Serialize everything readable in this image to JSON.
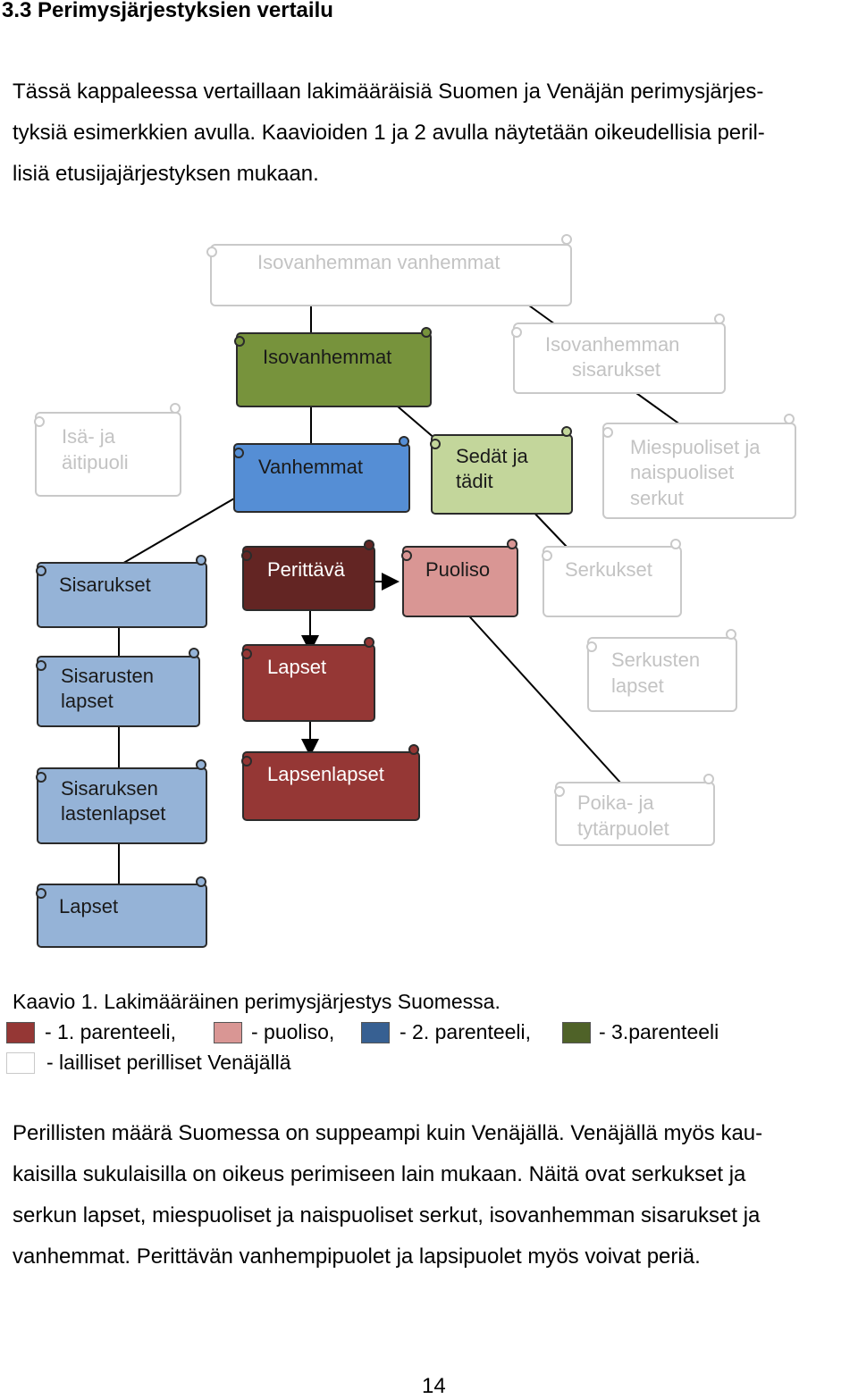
{
  "heading": "3.3 Perimysjärjestyksien vertailu",
  "intro": [
    "Tässä kappaleessa vertaillaan lakimääräisiä Suomen ja Venäjän perimysjärjes-",
    "tyksiä esimerkkien avulla. Kaavioiden 1 ja 2 avulla näytetään oikeudellisia peril-",
    "lisiä etusijajärjestyksen mukaan."
  ],
  "colors": {
    "first_parentela": "#953735",
    "spouse": "#d99694",
    "second_parentela": "#376092",
    "third_parentela": "#4f6228",
    "russia_only": "#ffffff",
    "heir": "#632523",
    "parents": "#558ed5",
    "grandparents": "#77933c",
    "uncles": "#c3d69b",
    "siblings": "#95b3d7"
  },
  "diagram": {
    "nodes": {
      "isovanhemman_vanhemmat": [
        "Isovanhemman vanhemmat"
      ],
      "isovanhemmat": [
        "Isovanhemmat"
      ],
      "isovanhemman_sisarukset": [
        "Isovanhemman",
        "sisarukset"
      ],
      "isa_aitipuoli": [
        "Isä- ja",
        "äitipuoli"
      ],
      "vanhemmat": [
        "Vanhemmat"
      ],
      "sedat_tadit": [
        "Sedät ja",
        "tädit"
      ],
      "serkut": [
        "Miespuoliset ja",
        "naispuoliset",
        "serkut"
      ],
      "sisarukset": [
        "Sisarukset"
      ],
      "perittava": [
        "Perittävä"
      ],
      "puoliso": [
        "Puoliso"
      ],
      "serkukset": [
        "Serkukset"
      ],
      "sisarusten_lapset": [
        "Sisarusten",
        "lapset"
      ],
      "lapset": [
        "Lapset"
      ],
      "serkusten_lapset": [
        "Serkusten",
        "lapset"
      ],
      "sisaruksen_lastenlapset": [
        "Sisaruksen",
        "lastenlapset"
      ],
      "lapsenlapset": [
        "Lapsenlapset"
      ],
      "poika_tytarpuolet": [
        "Poika- ja",
        "tytärpuolet"
      ],
      "sisarus_lapset_bottom": [
        "Lapset"
      ]
    }
  },
  "caption": "Kaavio 1. Lakimääräinen perimysjärjestys Suomessa.",
  "legend": {
    "first": "- 1. parenteeli,",
    "spouse": "- puoliso,",
    "second": "- 2. parenteeli,",
    "third": "- 3.parenteeli",
    "russia": "- lailliset perilliset Venäjällä"
  },
  "body": [
    "Perillisten määrä Suomessa on suppeampi kuin Venäjällä. Venäjällä myös kau-",
    "kaisilla sukulaisilla on oikeus perimiseen lain mukaan. Näitä ovat serkukset ja",
    "serkun lapset, miespuoliset ja naispuoliset serkut, isovanhemman sisarukset ja",
    "vanhemmat. Perittävän vanhempipuolet ja lapsipuolet myös voivat periä."
  ],
  "page_number": "14"
}
